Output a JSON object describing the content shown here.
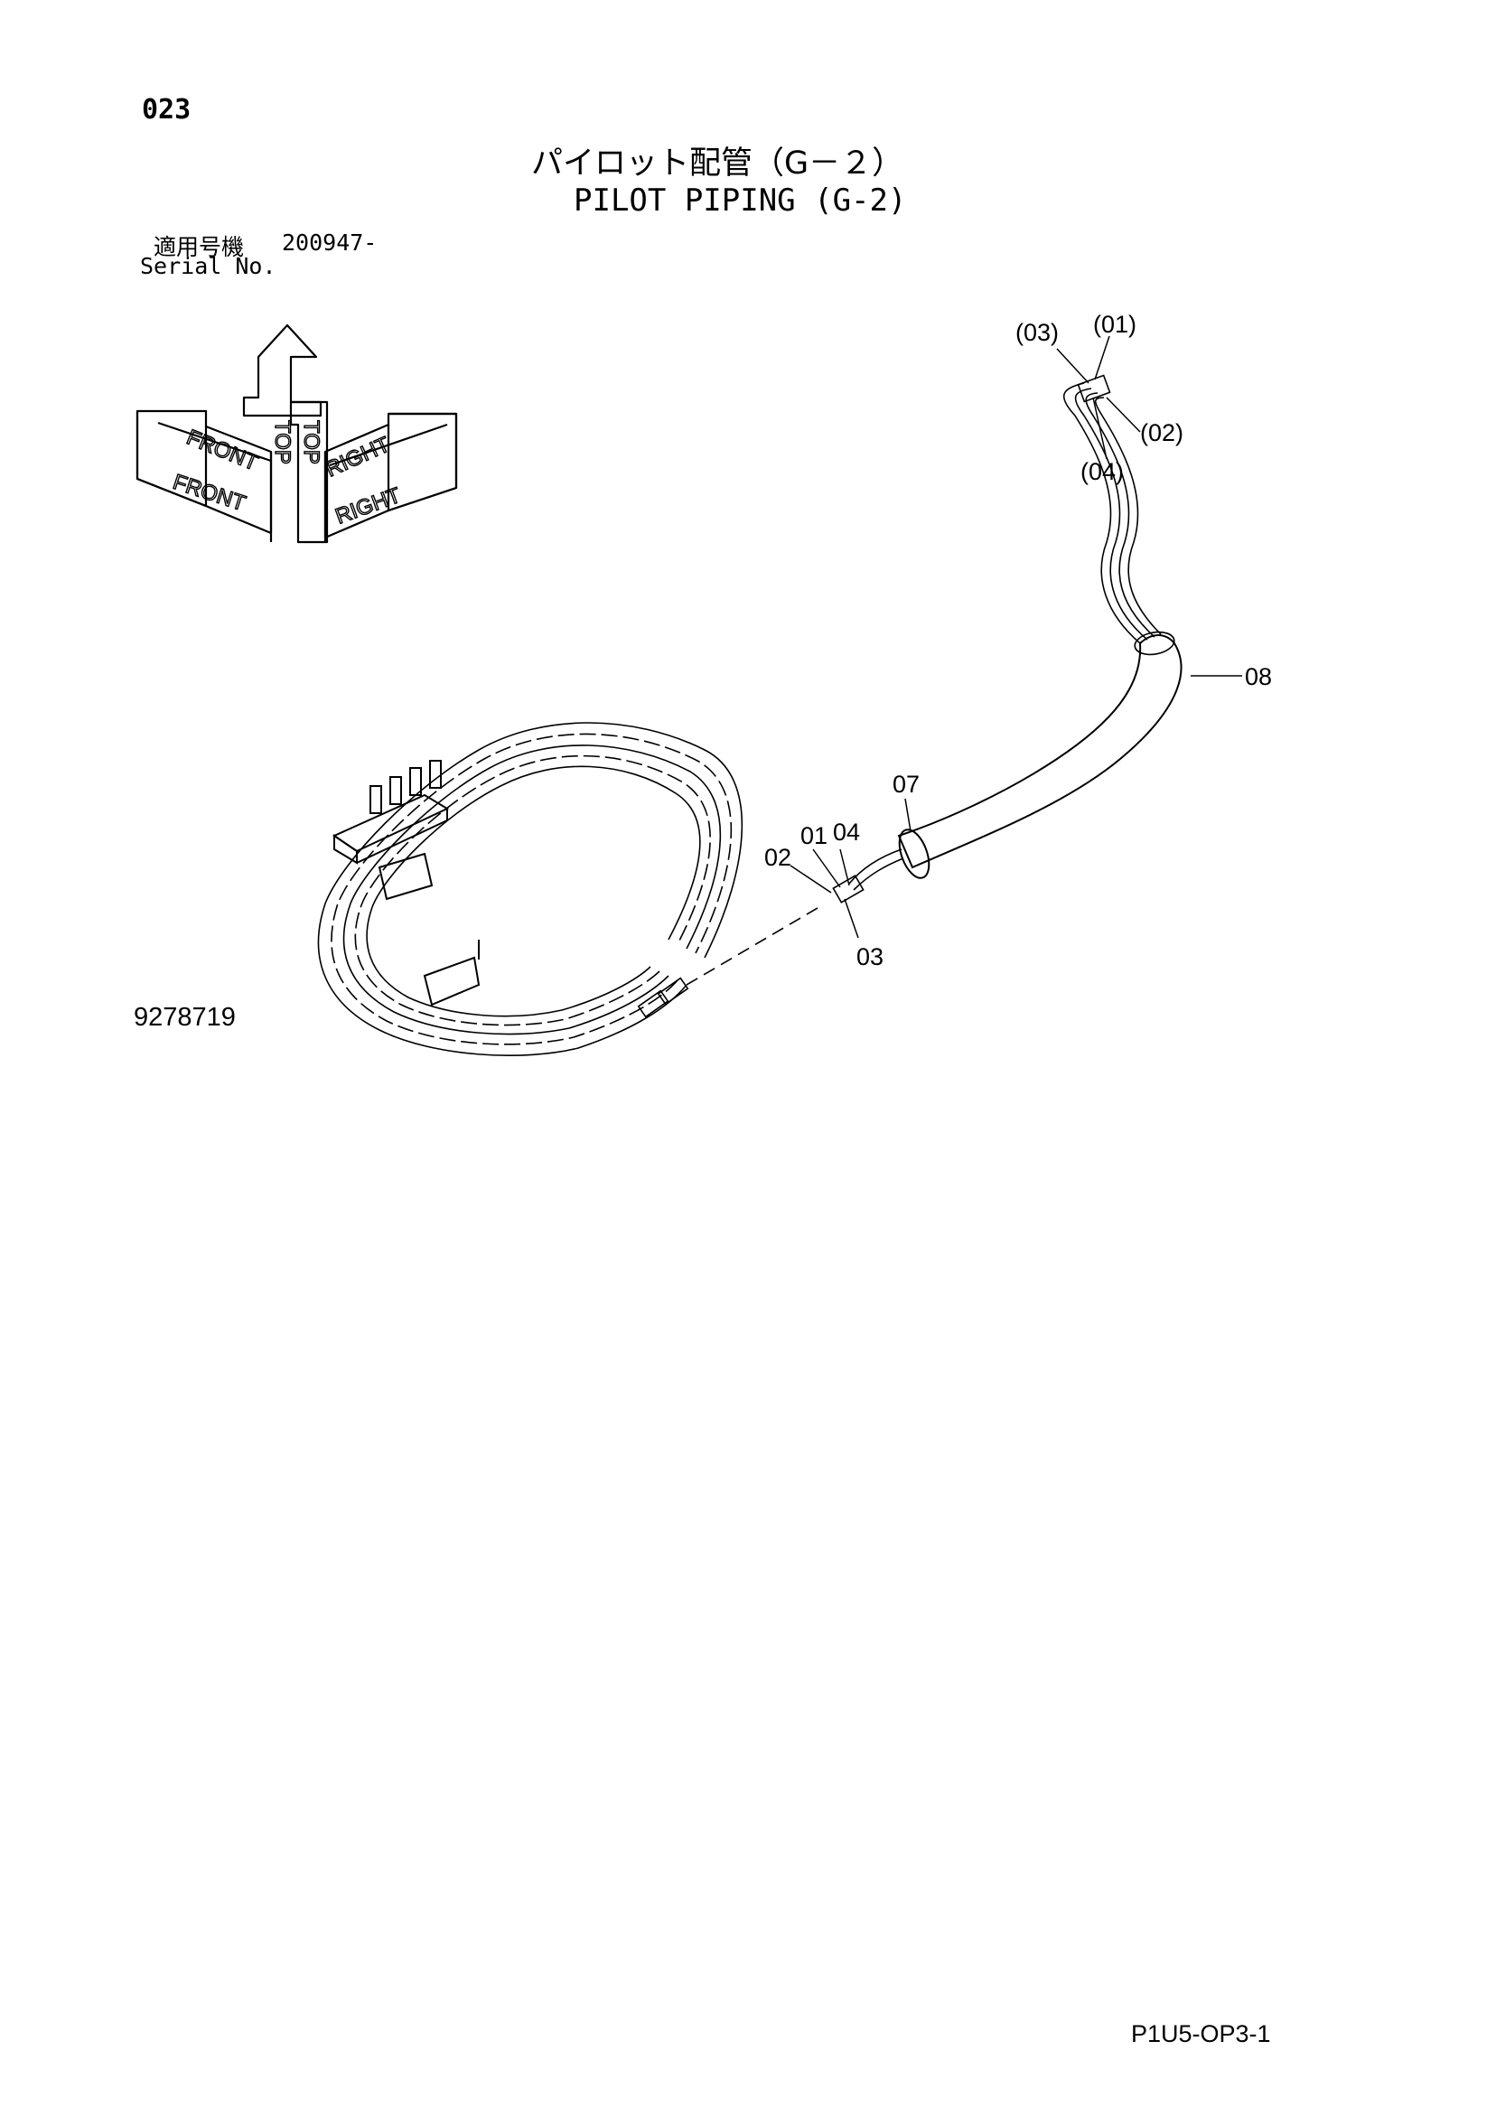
{
  "header": {
    "page_number": "023",
    "title_ja": "パイロット配管（G－２）",
    "title_en": "PILOT PIPING (G-2)"
  },
  "serial": {
    "label_ja": "適用号機",
    "value": "200947-",
    "label_en": "Serial No."
  },
  "orientation": {
    "front": "FRONT",
    "top": "TOP",
    "right": "RIGHT"
  },
  "callouts": {
    "upper_03": "(03)",
    "upper_01": "(01)",
    "upper_02": "(02)",
    "upper_04": "(04)",
    "c08": "08",
    "c07": "07",
    "c02": "02",
    "c01": "01",
    "c04": "04",
    "c03": "03"
  },
  "footer": {
    "doc_number": "9278719",
    "page_code": "P1U5-OP3-1"
  }
}
